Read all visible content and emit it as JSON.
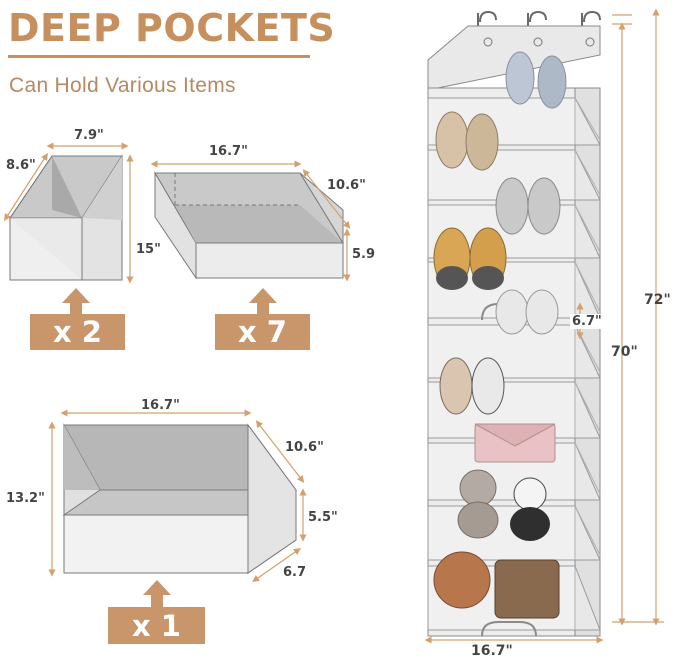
{
  "heading": {
    "title": "DEEP POCKETS",
    "subtitle": "Can Hold Various Items"
  },
  "small_pocket": {
    "width": "7.9\"",
    "depth": "8.6\"",
    "height": "15\"",
    "quantity": "x 2"
  },
  "medium_pocket": {
    "width": "16.7\"",
    "depth": "10.6\"",
    "height": "5.9",
    "quantity": "x 7"
  },
  "large_pocket": {
    "width": "16.7\"",
    "depth": "10.6\"",
    "height_total": "13.2\"",
    "height_front": "5.5\"",
    "bottom": "6.7",
    "quantity": "x 1"
  },
  "organizer": {
    "total_height": "72\"",
    "body_height": "70\"",
    "width": "16.7\"",
    "pocket_gap": "6.7\""
  },
  "colors": {
    "accent": "#c68f5e",
    "badge": "#c9956a",
    "dimension_line": "#d4a06e"
  }
}
